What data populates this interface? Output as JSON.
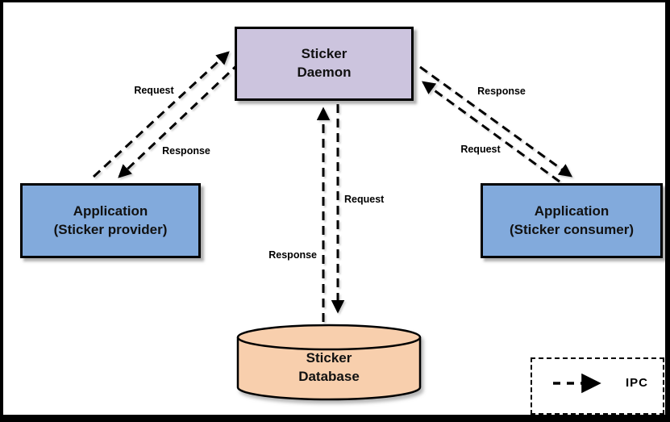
{
  "nodes": {
    "sticker_daemon": {
      "label": "Sticker\nDaemon",
      "fill": "#CCC4DE"
    },
    "app_provider": {
      "label": "Application\n(Sticker provider)",
      "fill": "#82AADC"
    },
    "app_consumer": {
      "label": "Application\n(Sticker consumer)",
      "fill": "#82AADC"
    },
    "sticker_database": {
      "label": "Sticker\nDatabase",
      "fill": "#F8CFAD"
    }
  },
  "edges": {
    "provider_to_daemon": {
      "label": "Request"
    },
    "daemon_to_provider": {
      "label": "Response"
    },
    "consumer_to_daemon": {
      "label": "Request"
    },
    "daemon_to_consumer": {
      "label": "Response"
    },
    "daemon_to_database": {
      "label": "Request"
    },
    "database_to_daemon": {
      "label": "Response"
    }
  },
  "legend": {
    "label": "IPC"
  },
  "colors": {
    "background": "#FFFFFF",
    "frame": "#000000",
    "node_border": "#000000",
    "arrow": "#000000",
    "daemon_fill": "#CCC4DE",
    "application_fill": "#82AADC",
    "database_fill": "#F8CFAD"
  }
}
